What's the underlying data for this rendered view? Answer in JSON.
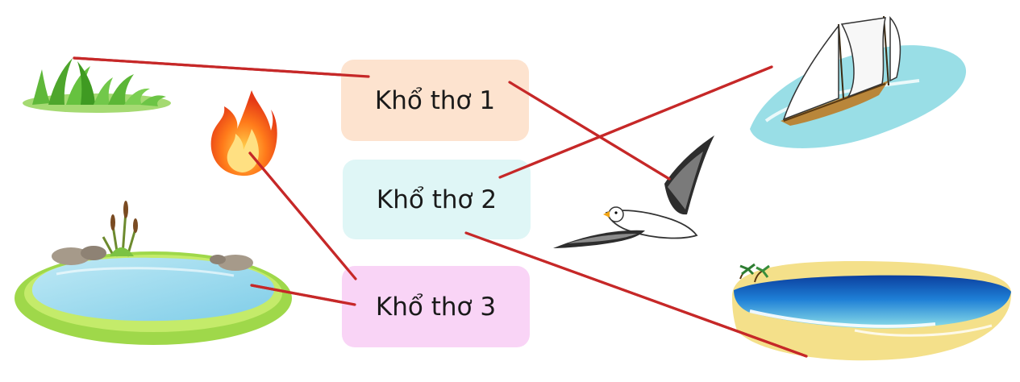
{
  "boxes": {
    "box1": {
      "label": "Khổ thơ 1",
      "color": "#fde3cf"
    },
    "box2": {
      "label": "Khổ thơ 2",
      "color": "#dff6f6"
    },
    "box3": {
      "label": "Khổ thơ 3",
      "color": "#f9d4f6"
    }
  },
  "pictures": [
    "grass-icon",
    "fire-icon",
    "pond-icon",
    "sailboat-icon",
    "seagull-icon",
    "beach-icon"
  ],
  "connector_color": "#c62828"
}
